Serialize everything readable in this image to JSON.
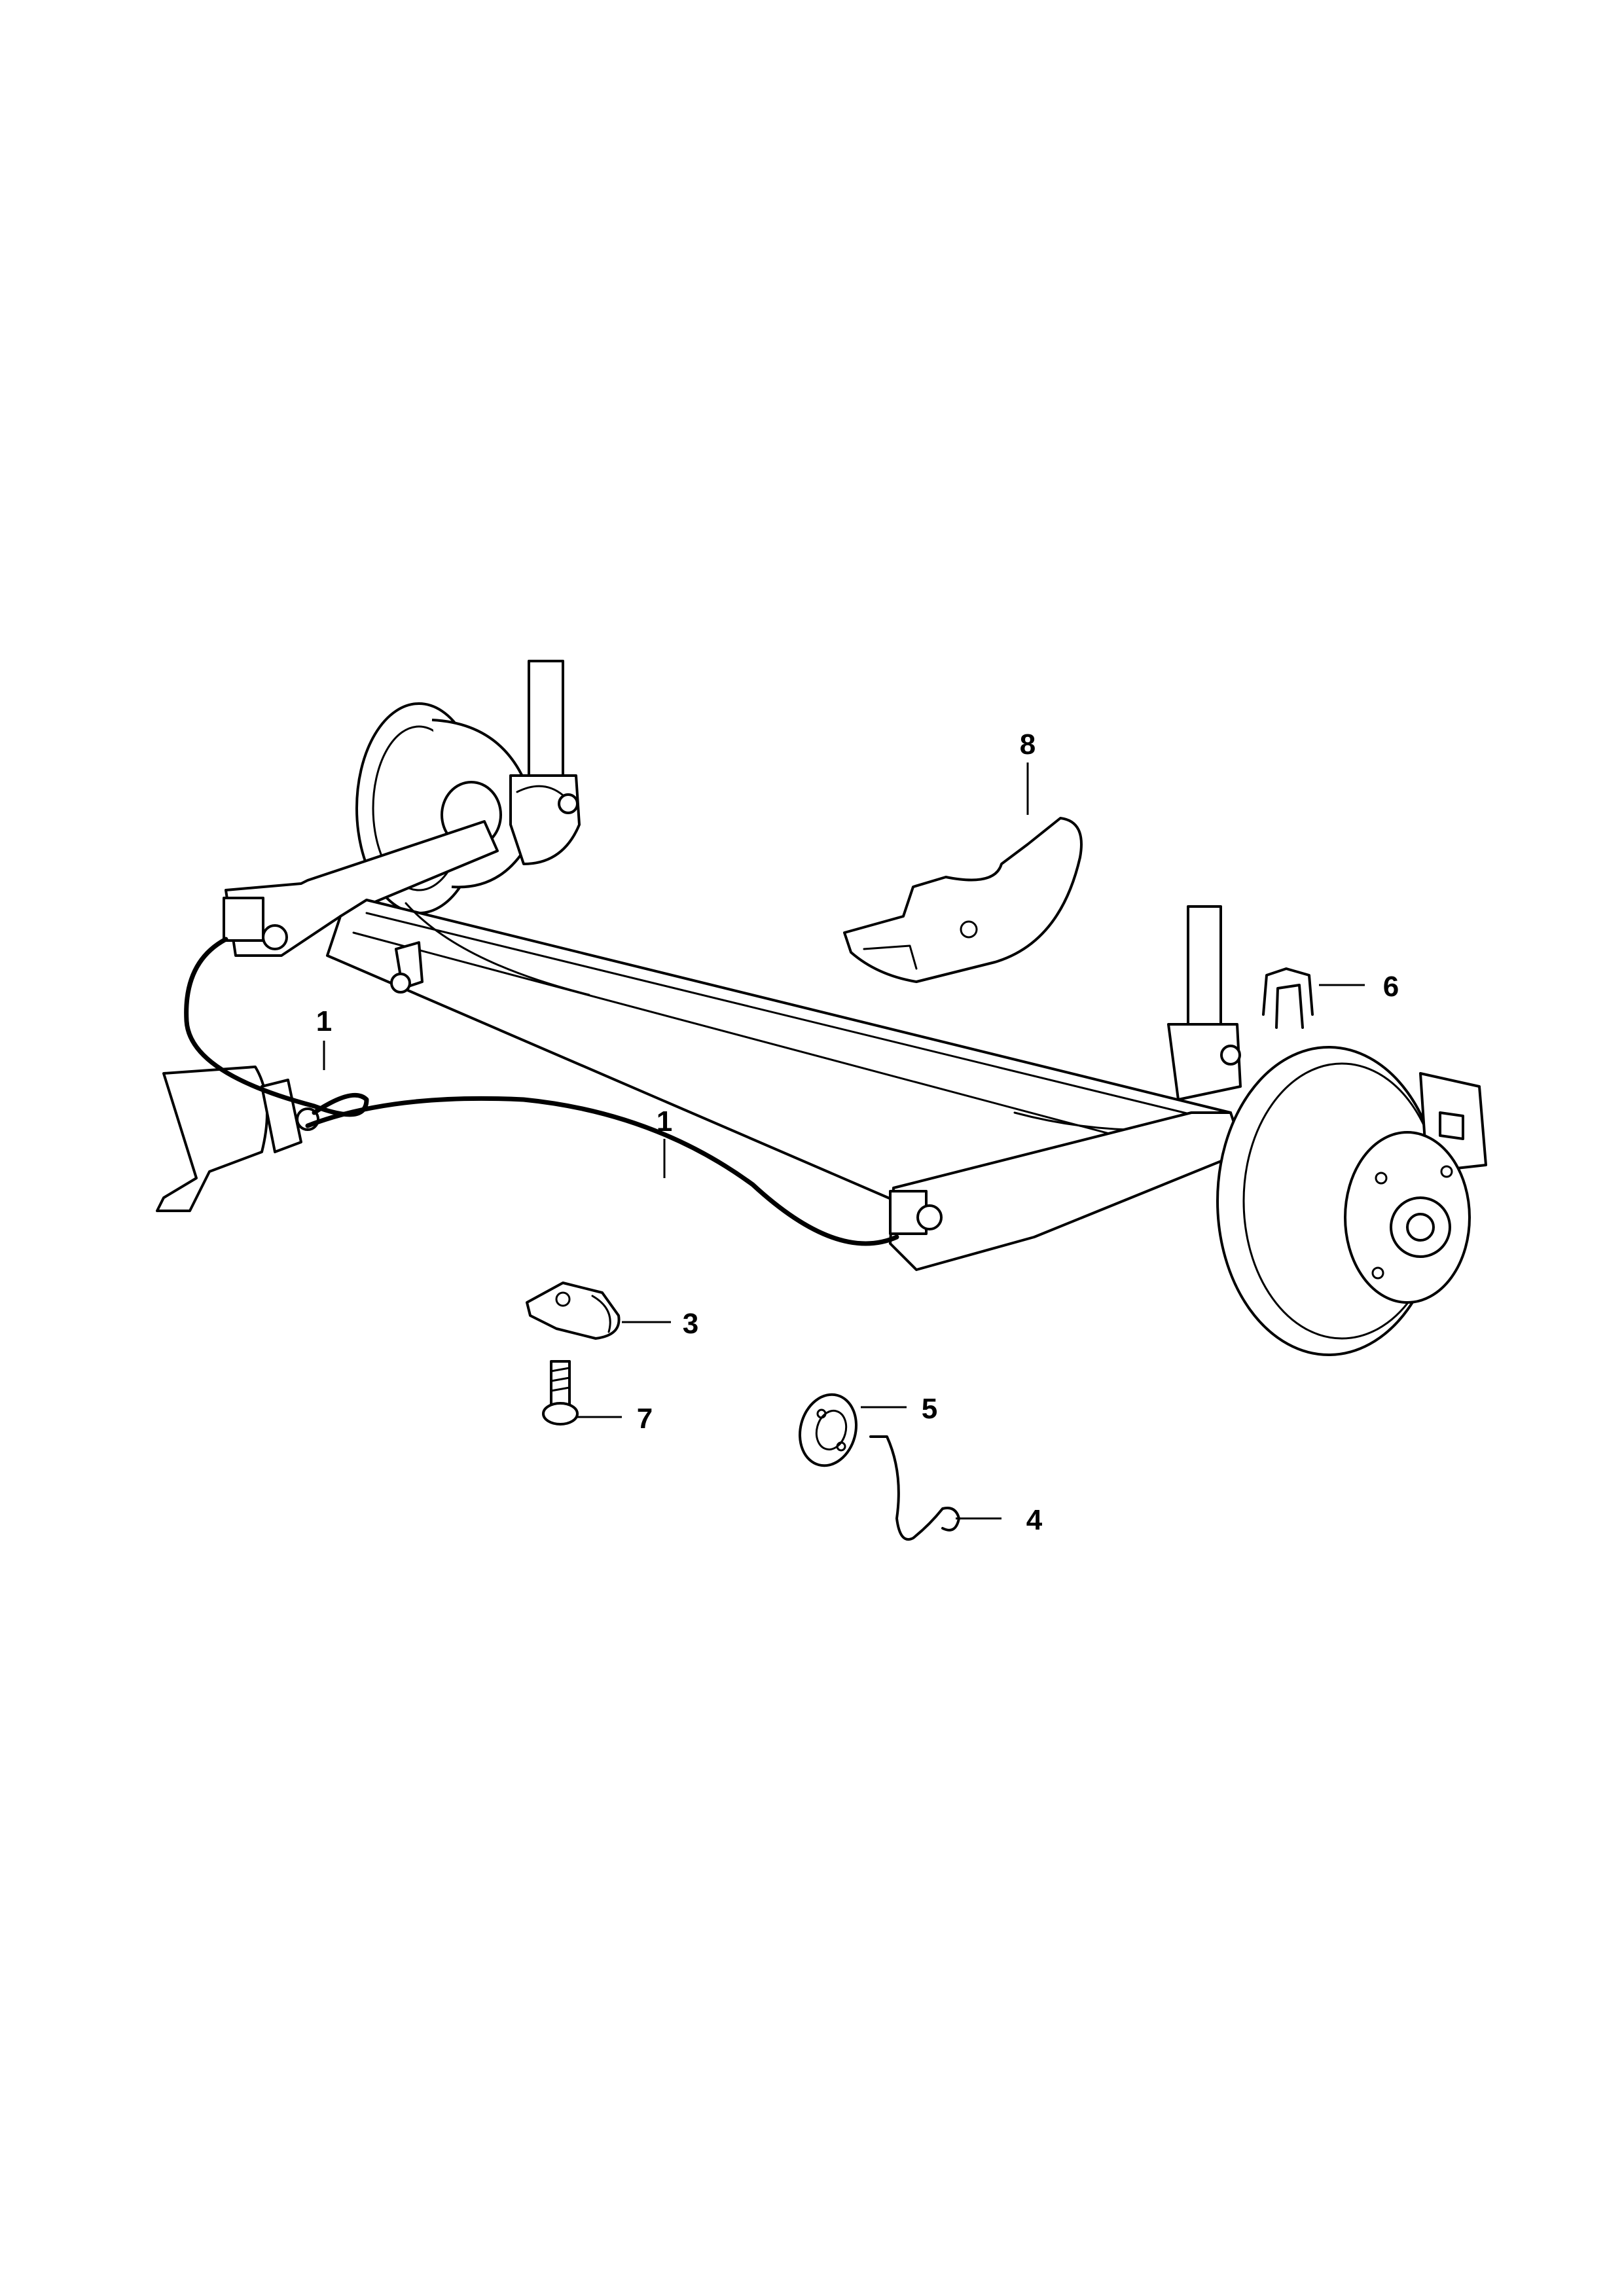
{
  "callouts": [
    {
      "id": "1a",
      "label": "1",
      "part": "sensor-cable"
    },
    {
      "id": "1b",
      "label": "1",
      "part": "sensor-cable"
    },
    {
      "id": "3",
      "label": "3",
      "part": "cable-clip"
    },
    {
      "id": "4",
      "label": "4",
      "part": "wire-clip"
    },
    {
      "id": "5",
      "label": "5",
      "part": "sensor-ring"
    },
    {
      "id": "6",
      "label": "6",
      "part": "spring-clip"
    },
    {
      "id": "7",
      "label": "7",
      "part": "bolt"
    },
    {
      "id": "8",
      "label": "8",
      "part": "cover-bracket"
    }
  ]
}
